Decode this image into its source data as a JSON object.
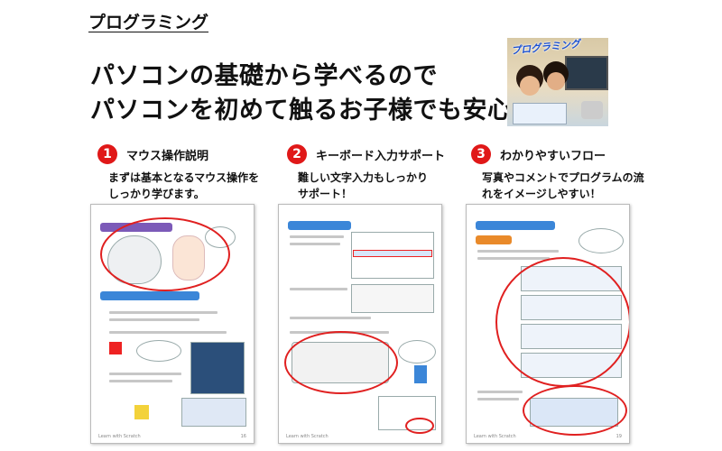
{
  "title": "プログラミング",
  "headline": [
    "パソコンの基礎から学べるので",
    "パソコンを初めて触るお子様でも安心！"
  ],
  "photo": {
    "banner": "プログラミング"
  },
  "features": [
    {
      "number": "1",
      "title": "マウス操作説明",
      "desc": [
        "まずは基本となるマウス操作を",
        "しっかり学びます。"
      ]
    },
    {
      "number": "2",
      "title": "キーボード入力サポート",
      "desc": [
        "難しい文字入力もしっかり",
        "サポート！"
      ]
    },
    {
      "number": "3",
      "title": "わかりやすいフロー",
      "desc": [
        "写真やコメントでプログラムの流",
        "れをイメージしやすい！"
      ]
    }
  ],
  "colors": {
    "badge": "#e01818",
    "circle": "#e02020",
    "band": "#7c5ab8",
    "band_blue": "#3b86d8"
  }
}
